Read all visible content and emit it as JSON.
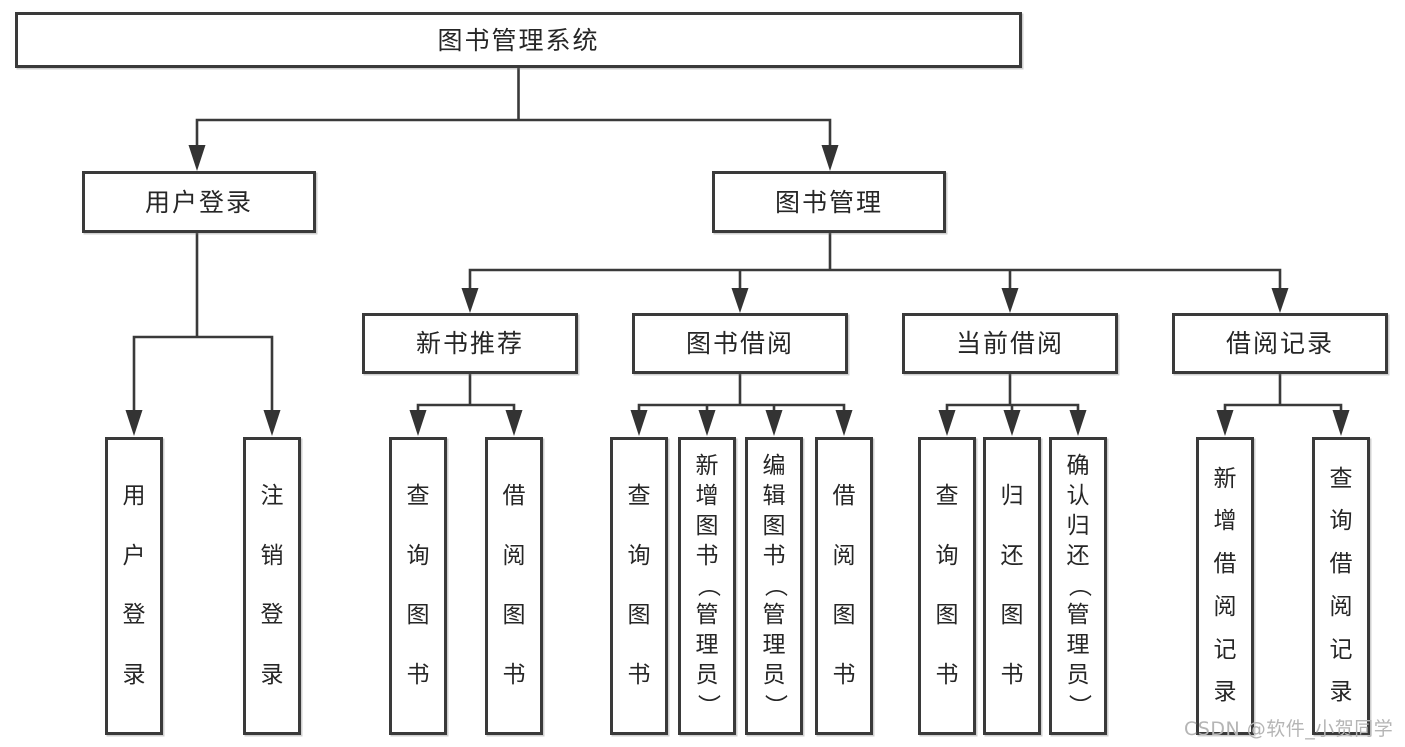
{
  "diagram": {
    "root": "图书管理系统",
    "level2": {
      "user_login": "用户登录",
      "book_management": "图书管理"
    },
    "level3": {
      "new_book": "新书推荐",
      "book_borrow": "图书借阅",
      "current_borrow": "当前借阅",
      "borrow_records": "借阅记录"
    },
    "leaves": {
      "user_login": [
        "用户登录",
        "注销登录"
      ],
      "new_book": [
        "查询图书",
        "借阅图书"
      ],
      "book_borrow": [
        "查询图书",
        "新增图书（管理员）",
        "编辑图书（管理员）",
        "借阅图书"
      ],
      "current_borrow": [
        "查询图书",
        "归还图书",
        "确认归还（管理员）"
      ],
      "borrow_records": [
        "新增借阅记录",
        "查询借阅记录"
      ]
    },
    "watermark": "CSDN @软件_小贺同学",
    "colors": {
      "line": "#3a3a3a",
      "border": "#3a3a3a",
      "text": "#262626",
      "background": "#ffffff",
      "watermark": "#b5b5b5"
    }
  }
}
